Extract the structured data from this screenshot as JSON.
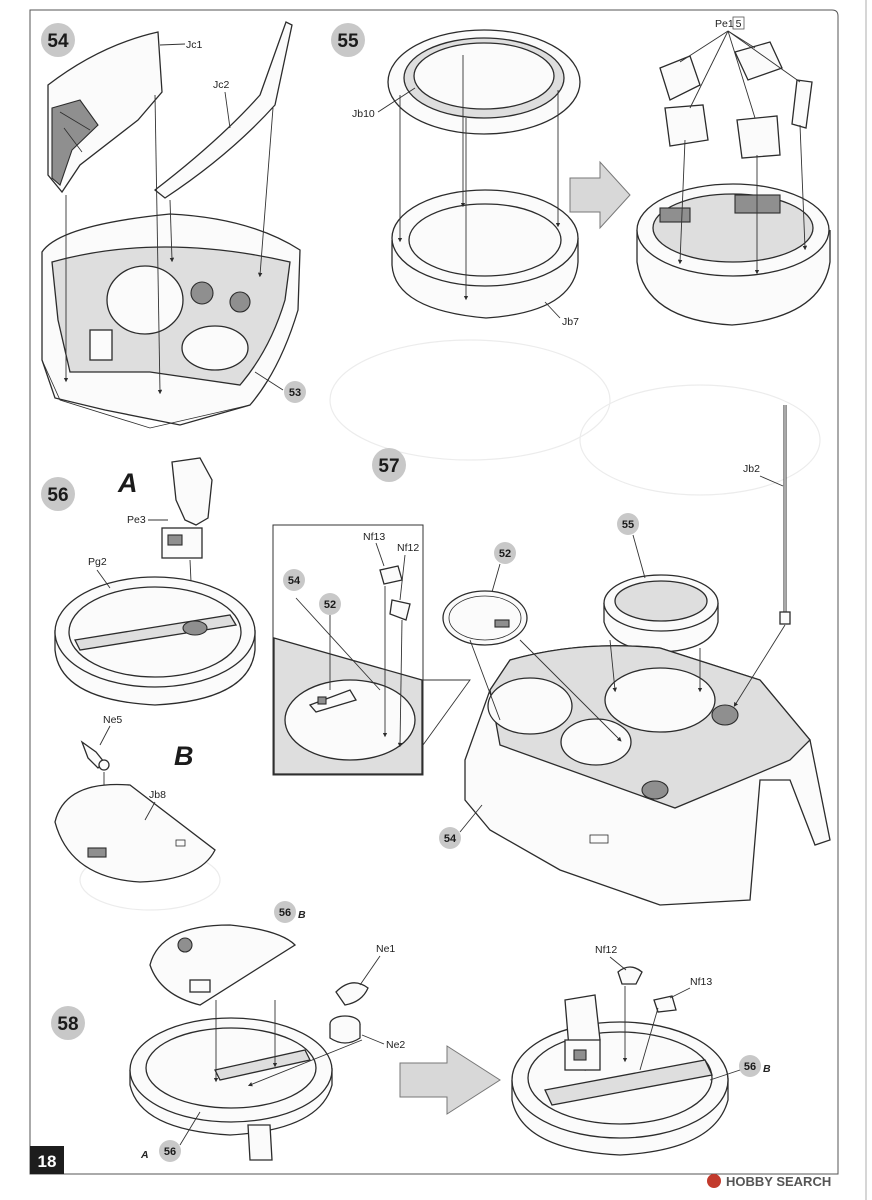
{
  "page": {
    "number": "18",
    "watermark": "HOBBY SEARCH"
  },
  "colors": {
    "step_circle": "#c8c8c8",
    "shaded_surface": "#dedede",
    "line": "#2c2c2c",
    "arrow_fill": "#d8d8d8"
  },
  "steps": [
    {
      "number": "54",
      "parts": [
        "Jc1",
        "Jc2"
      ],
      "ref": "53"
    },
    {
      "number": "55",
      "parts": [
        "Jb10",
        "Jb7",
        "Pe1"
      ],
      "pe1_qty": "5"
    },
    {
      "number": "56",
      "subassemblies": [
        {
          "letter": "A",
          "parts": [
            "Pe3",
            "Pg2"
          ]
        },
        {
          "letter": "B",
          "parts": [
            "Ne5",
            "Jb8"
          ]
        }
      ]
    },
    {
      "number": "57",
      "parts": [
        "Nf13",
        "Nf12",
        "Jb2"
      ],
      "refs": [
        "54",
        "52",
        "52",
        "55",
        "54"
      ]
    },
    {
      "number": "58",
      "parts": [
        "Ne1",
        "Ne2",
        "Nf12",
        "Nf13"
      ],
      "refs": [
        "56",
        "56",
        "56"
      ],
      "ref_letters": [
        "B",
        "A",
        "B"
      ]
    }
  ]
}
